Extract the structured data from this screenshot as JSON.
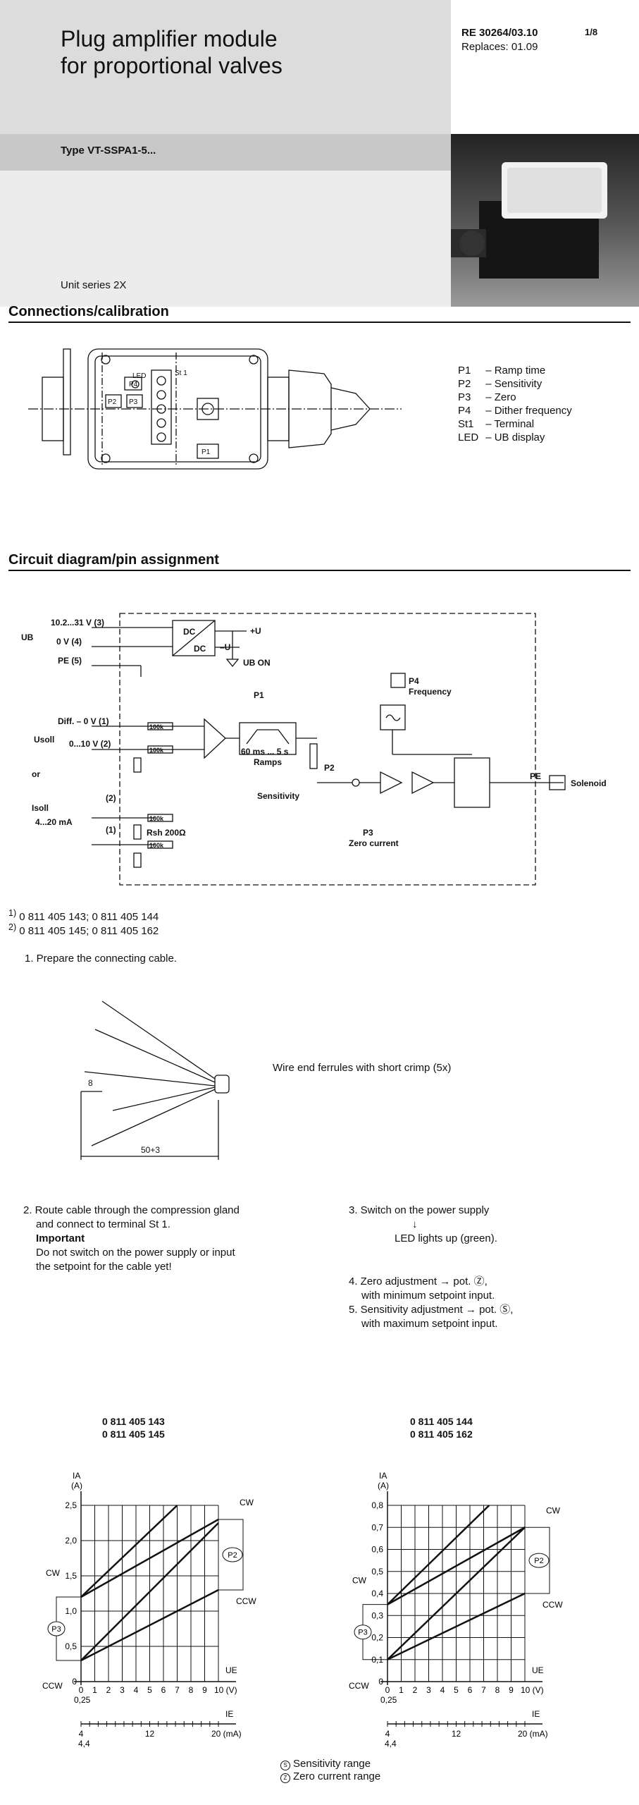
{
  "header": {
    "title_line1": "Plug amplifier module",
    "title_line2": "for proportional valves",
    "type": "Type VT-SSPA1-5...",
    "unit_series": "Unit series 2X",
    "doc_number": "RE 30264/03.10",
    "replaces": "Replaces: 01.09",
    "page": "1/8"
  },
  "sections": {
    "connections": "Connections/calibration",
    "circuit": "Circuit diagram/pin assignment"
  },
  "legend": [
    {
      "key": "P1",
      "desc": "– Ramp time"
    },
    {
      "key": "P2",
      "desc": "– Sensitivity"
    },
    {
      "key": "P3",
      "desc": "– Zero"
    },
    {
      "key": "P4",
      "desc": "– Dither frequency"
    },
    {
      "key": "St1",
      "desc": "– Terminal"
    },
    {
      "key": "LED",
      "desc": "– UB display"
    }
  ],
  "housing_labels": {
    "led": "LED",
    "p4": "P4",
    "p2": "P2",
    "p3": "P3",
    "p1": "P1",
    "st1": "St 1"
  },
  "circuit_labels": {
    "v_supply": "10.2...31 V (3)",
    "v_zero": "0 V (4)",
    "pe": "PE (5)",
    "ub": "UB",
    "dc1": "DC",
    "dc2": "DC",
    "plus_u": "+U",
    "minus_u": "–U",
    "ub_on": "UB ON",
    "p1": "P1",
    "p4": "P4",
    "frequency": "Frequency",
    "diff": "Diff. – 0 V (1)",
    "usoll": "Usoll",
    "usoll_range": "0...10 V (2)",
    "or": "or",
    "isoll": "Isoll",
    "isoll_range": "4...20 mA",
    "pin2": "(2)",
    "pin1": "(1)",
    "r100k": "100k",
    "rsh": "Rsh 200Ω",
    "ramps_time": "60 ms ... 5 s",
    "ramps": "Ramps",
    "p2": "P2",
    "sensitivity": "Sensitivity",
    "p3": "P3",
    "zero_current": "Zero current",
    "pe2": "PE",
    "solenoid": "Solenoid"
  },
  "footnotes": [
    {
      "mark": "1)",
      "text": "0 811 405 143; 0 811 405 144"
    },
    {
      "mark": "2)",
      "text": "0 811 405 145; 0 811 405 162"
    }
  ],
  "steps": {
    "step1": "1. Prepare the connecting cable.",
    "ferrules": "Wire end ferrules with short crimp (5x)",
    "dim_8": "8",
    "dim_50": "50+3",
    "step2_l1": "2. Route cable through the compression gland",
    "step2_l2": "and connect to terminal St 1.",
    "important": "Important",
    "important_l1": "Do not switch on the power supply or input",
    "important_l2": "the setpoint for the cable yet!",
    "step3": "3. Switch on the power supply",
    "arrow": "↓",
    "led_lights": "LED lights up (green).",
    "step4_l1": "4. Zero adjustment → pot. Ⓩ,",
    "step4_l2": "with minimum setpoint input.",
    "step5_l1": "5. Sensitivity adjustment → pot. Ⓢ,",
    "step5_l2": "with maximum setpoint input."
  },
  "charts_meta": {
    "left_parts_1": "0 811 405 143",
    "left_parts_2": "0 811 405 145",
    "right_parts_1": "0 811 405 144",
    "right_parts_2": "0 811 405 162",
    "sensitivity_range": "Sensitivity range",
    "zero_current_range": "Zero current range",
    "cw": "CW",
    "ccw": "CCW",
    "p2": "P2",
    "p3": "P3",
    "ia": "IA",
    "ia_unit": "(A)",
    "ue": "UE",
    "ie": "IE",
    "v_unit": "10 (V)",
    "ma_unit": "20 (mA)",
    "x_025": "0,25",
    "x_44": "4,4"
  },
  "chart_data": [
    {
      "type": "line",
      "title": "0 811 405 143 / 0 811 405 145",
      "xlabel": "UE (V)",
      "ylabel": "IA (A)",
      "xlim": [
        0,
        10
      ],
      "ylim": [
        0,
        2.5
      ],
      "x_ticks": [
        "0",
        "1",
        "2",
        "3",
        "4",
        "5",
        "6",
        "7",
        "8",
        "9",
        "10 (V)"
      ],
      "y_ticks": [
        "0",
        "0,5",
        "1,0",
        "1,5",
        "2,0",
        "2,5"
      ],
      "secondary_x": {
        "label": "IE",
        "ticks": [
          "4",
          "12",
          "20 (mA)"
        ]
      },
      "series": [
        {
          "x": [
            0,
            7
          ],
          "y": [
            1.2,
            2.5
          ]
        },
        {
          "x": [
            0,
            10
          ],
          "y": [
            1.2,
            2.3
          ]
        },
        {
          "x": [
            0,
            10
          ],
          "y": [
            0.3,
            2.25
          ]
        },
        {
          "x": [
            0,
            10
          ],
          "y": [
            0.3,
            1.3
          ]
        }
      ]
    },
    {
      "type": "line",
      "title": "0 811 405 144 / 0 811 405 162",
      "xlabel": "UE (V)",
      "ylabel": "IA (A)",
      "xlim": [
        0,
        10
      ],
      "ylim": [
        0,
        0.8
      ],
      "x_ticks": [
        "0",
        "1",
        "2",
        "3",
        "4",
        "5",
        "6",
        "7",
        "8",
        "9",
        "10 (V)"
      ],
      "y_ticks": [
        "0",
        "0,1",
        "0,2",
        "0,3",
        "0,4",
        "0,5",
        "0,6",
        "0,7",
        "0,8"
      ],
      "secondary_x": {
        "label": "IE",
        "ticks": [
          "4",
          "12",
          "20 (mA)"
        ]
      },
      "series": [
        {
          "x": [
            0,
            7.4
          ],
          "y": [
            0.35,
            0.8
          ]
        },
        {
          "x": [
            0,
            10
          ],
          "y": [
            0.35,
            0.7
          ]
        },
        {
          "x": [
            0,
            10
          ],
          "y": [
            0.1,
            0.7
          ]
        },
        {
          "x": [
            0,
            10
          ],
          "y": [
            0.1,
            0.4
          ]
        }
      ]
    }
  ]
}
